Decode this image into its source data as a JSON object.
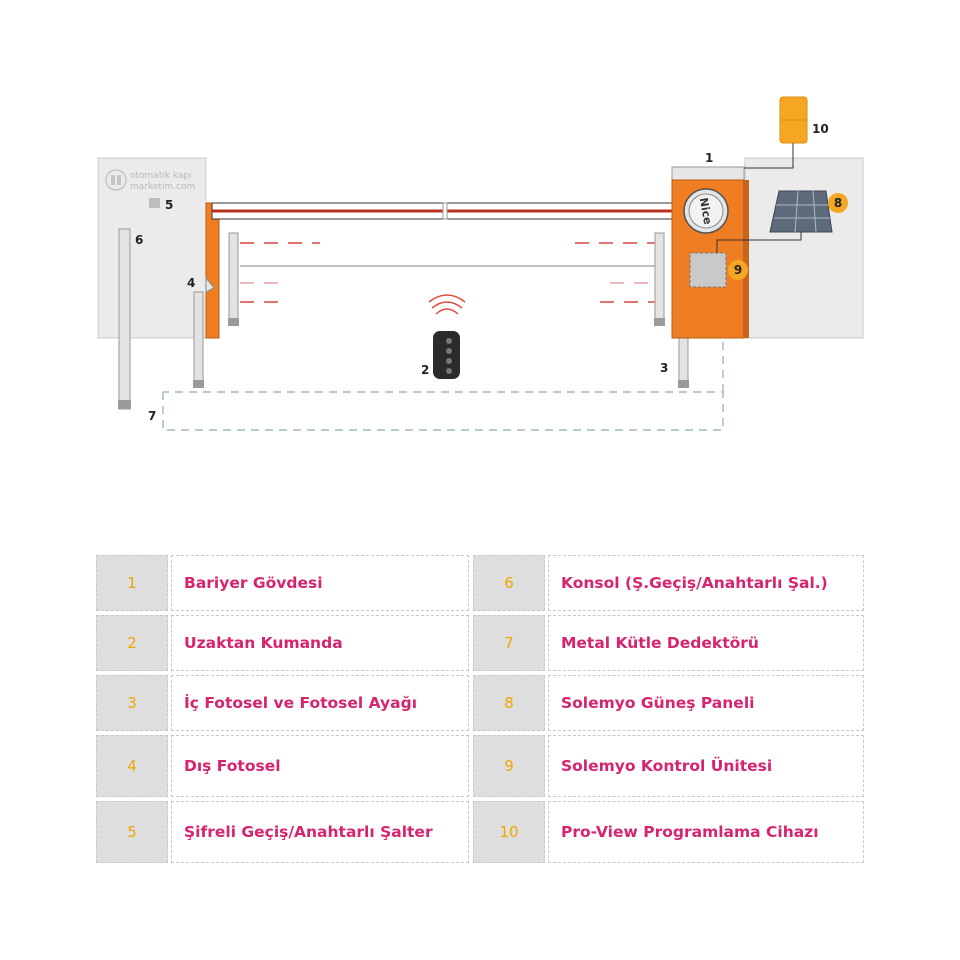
{
  "watermark": {
    "line1": "otomatik kapı",
    "line2": "marketim.com"
  },
  "diagram": {
    "callouts": [
      "1",
      "2",
      "3",
      "4",
      "5",
      "6",
      "7",
      "8",
      "9",
      "10"
    ],
    "motor_brand": "Nice"
  },
  "legend": [
    {
      "num": "1",
      "label": "Bariyer Gövdesi"
    },
    {
      "num": "2",
      "label": "Uzaktan Kumanda"
    },
    {
      "num": "3",
      "label": "İç Fotosel ve Fotosel Ayağı"
    },
    {
      "num": "4",
      "label": "Dış Fotosel"
    },
    {
      "num": "5",
      "label": "Şifreli Geçiş/Anahtarlı Şalter"
    },
    {
      "num": "6",
      "label": "Konsol (Ş.Geçiş/Anahtarlı Şal.)"
    },
    {
      "num": "7",
      "label": "Metal Kütle Dedektörü"
    },
    {
      "num": "8",
      "label": "Solemyo Güneş Paneli"
    },
    {
      "num": "9",
      "label": "Solemyo Kontrol Ünitesi"
    },
    {
      "num": "10",
      "label": "Pro-View Programlama Cihazı"
    }
  ],
  "colors": {
    "barrier_orange": "#ef7d22",
    "legend_text": "#d6246e",
    "legend_number": "#f0a500",
    "callout_badge": "#f5a623"
  }
}
